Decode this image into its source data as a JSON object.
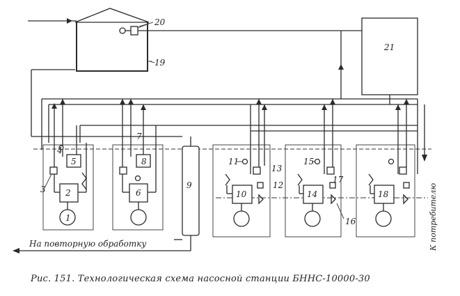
{
  "caption": "Рис. 151. Технологическая схема насосной станции БНHC-10000-30",
  "labels": {
    "n1": "1",
    "n2": "2",
    "n3": "3",
    "n4": "4",
    "n5": "5",
    "n6": "6",
    "n7": "7",
    "n8": "8",
    "n9": "9",
    "n10": "10",
    "n11": "11",
    "n12": "12",
    "n13": "13",
    "n14": "14",
    "n15": "15",
    "n16": "16",
    "n17": "17",
    "n18": "18",
    "n19": "19",
    "n20": "20",
    "n21": "21"
  },
  "annotations": {
    "retreatment": "На повторную обработку",
    "to_distributor": "К потребителю"
  }
}
